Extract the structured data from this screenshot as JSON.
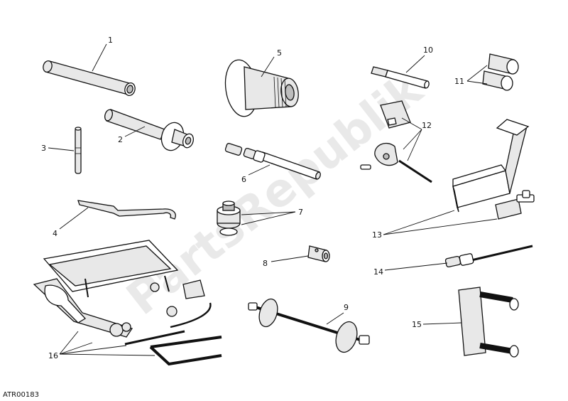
{
  "diagram": {
    "callouts": [
      "1",
      "2",
      "3",
      "4",
      "5",
      "6",
      "7",
      "8",
      "9",
      "10",
      "11",
      "12",
      "13",
      "14",
      "15",
      "16"
    ],
    "drawing_code": "ATR00183",
    "watermark": "PartsRepublik"
  }
}
